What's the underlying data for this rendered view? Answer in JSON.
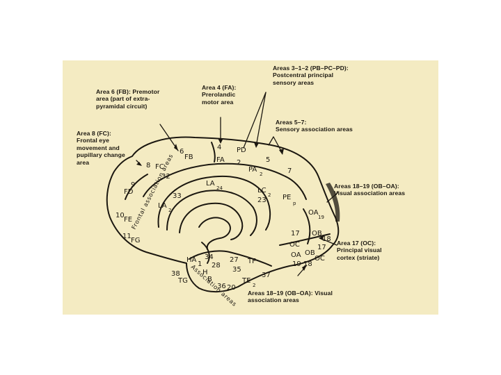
{
  "annotations": {
    "area6": "Area 6 (FB): Premotor\narea (part of extra-\npyramidal circuit)",
    "area4": "Area 4 (FA):\nPrerolandic\nmotor area",
    "area312": "Areas 3–1–2 (PB–PC–PD):\nPostcentral principal\nsensory areas",
    "area57": "Areas 5–7:\nSensory association areas",
    "area8": "Area 8 (FC):\nFrontal eye\nmovement and\npupillary change\narea",
    "area1819top": "Areas 18–19 (OB–OA):\nVisual association areas",
    "area17": "Area 17 (OC):\nPrincipal visual\ncortex (striate)",
    "area1819bottom": "Areas 18–19 (OB–OA): Visual\nassociation areas"
  },
  "labels": {
    "n6": "6",
    "FB": "FB",
    "n4": "4",
    "FA": "FA",
    "PD": "PD",
    "n2": "2",
    "n5": "5",
    "PA": "PA",
    "PA_sub": "2",
    "n7": "7",
    "n8": "8",
    "FC": "FC",
    "n32": "32",
    "n9": "9",
    "FD": "FD",
    "LA24": "LA",
    "LA24_sub": "24",
    "LC": "LC",
    "LC_sub": "2",
    "n23": "23",
    "n33": "33",
    "LA2": "LA",
    "LA2_sub": "2",
    "PE": "PE",
    "PE_p": "p",
    "OA19": "OA",
    "OA19_sub": "19",
    "n10": "10",
    "FE": "FE",
    "n11": "11",
    "FG": "FG",
    "n17a": "17",
    "OB": "OB",
    "OC1": "OC",
    "OA": "OA",
    "OB2": "OB",
    "n17b": "17",
    "n18a": "18",
    "OC2": "OC",
    "n19": "19",
    "n18b": "18",
    "HA": "HA",
    "n34": "34",
    "n27": "27",
    "TF": "TF",
    "n1": "1",
    "n28": "28",
    "H": "H",
    "n35": "35",
    "n38": "38",
    "TG": "TG",
    "B": "B",
    "n36": "36",
    "n20": "20",
    "TE": "TE",
    "TE_sub": "2",
    "n37": "37"
  },
  "bands": {
    "frontal": "Frontal association areas",
    "temporal": "Association areas"
  },
  "colors": {
    "paper": "#f4ebc2",
    "ink": "#1b1710"
  }
}
